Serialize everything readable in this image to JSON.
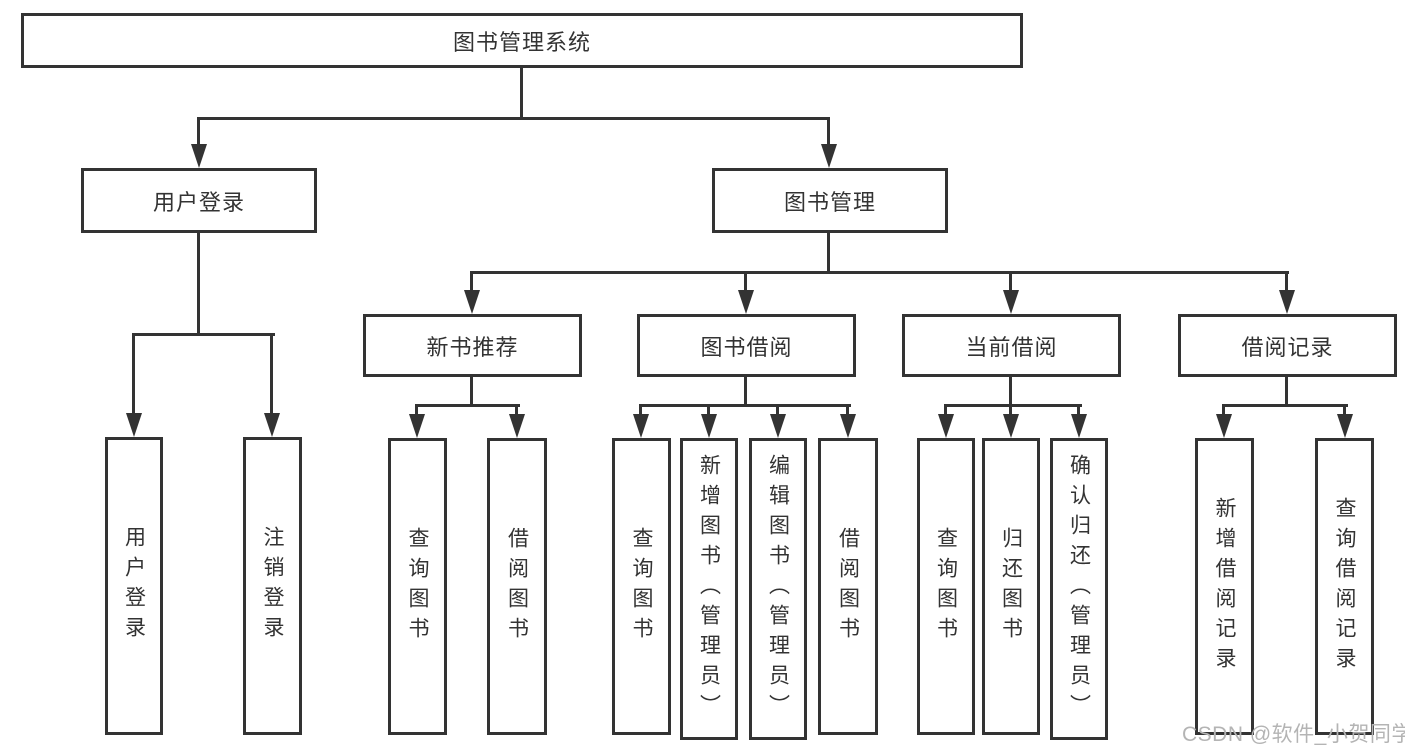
{
  "diagram": {
    "tree": {
      "root": {
        "label": "图书管理系统"
      },
      "children": [
        {
          "label": "用户登录",
          "children": [
            {
              "label": "用户登录"
            },
            {
              "label": "注销登录"
            }
          ]
        },
        {
          "label": "图书管理",
          "children": [
            {
              "label": "新书推荐",
              "children": [
                {
                  "label": "查询图书"
                },
                {
                  "label": "借阅图书"
                }
              ]
            },
            {
              "label": "图书借阅",
              "children": [
                {
                  "label": "查询图书"
                },
                {
                  "label": "新增图书（管理员）"
                },
                {
                  "label": "编辑图书（管理员）"
                },
                {
                  "label": "借阅图书"
                }
              ]
            },
            {
              "label": "当前借阅",
              "children": [
                {
                  "label": "查询图书"
                },
                {
                  "label": "归还图书"
                },
                {
                  "label": "确认归还（管理员）"
                }
              ]
            },
            {
              "label": "借阅记录",
              "children": [
                {
                  "label": "新增借阅记录"
                },
                {
                  "label": "查询借阅记录"
                }
              ]
            }
          ]
        }
      ]
    }
  },
  "watermark": {
    "text": "CSDN @软件_小贺同学"
  },
  "colors": {
    "line": "#333333",
    "text": "#333333",
    "background": "#ffffff",
    "watermark": "#b4b4b4"
  }
}
